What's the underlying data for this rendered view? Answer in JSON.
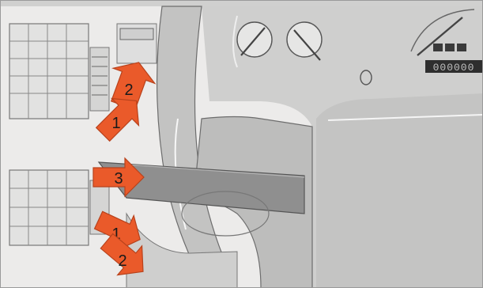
{
  "diagram": {
    "arrows": {
      "upper_1": "1",
      "upper_2": "2",
      "middle_3": "3",
      "lower_1": "1",
      "lower_2": "2"
    },
    "odometer_digits": "000000",
    "colors": {
      "background": "#f3f3f2",
      "dashboard_gray": "#c9c9c8",
      "panel_light": "#dcdcdb",
      "stalk_dark": "#8f8f8f",
      "arrow_orange": "#ea5a2a",
      "arrow_shadow": "#b8421c",
      "line": "#5a5a5a"
    },
    "icons": [
      "speedometer-needle-icon",
      "gauge-needle-icon",
      "tachometer-needle-icon"
    ]
  }
}
